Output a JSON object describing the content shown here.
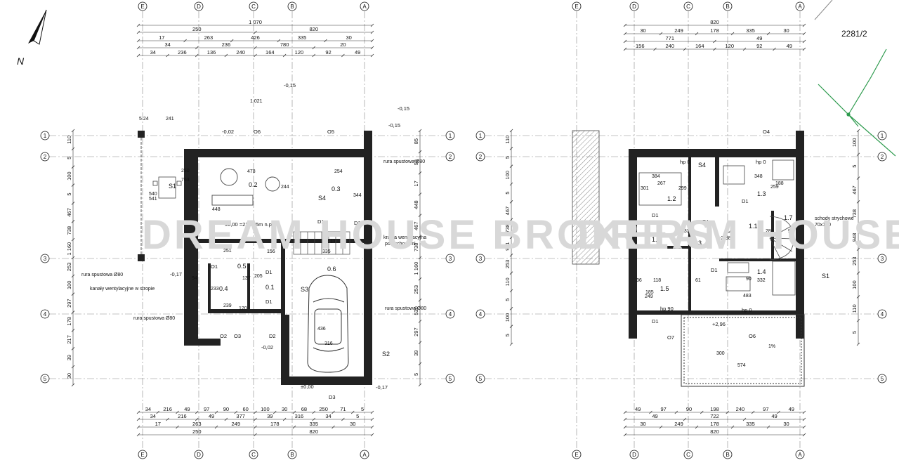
{
  "north_label": "N",
  "plot_number": "2281/2",
  "watermark": "DREAM HOUSE BROKERS",
  "axes": {
    "columns_left": [
      "E",
      "D",
      "C",
      "B",
      "A"
    ],
    "columns_right": [
      "E",
      "D",
      "C",
      "B",
      "A"
    ],
    "rows": [
      "1",
      "2",
      "3",
      "4",
      "5"
    ]
  },
  "ground_floor": {
    "dims_top": {
      "row1": [
        "1 070"
      ],
      "row2": [
        "250",
        "820"
      ],
      "row3": [
        "17",
        "263",
        "426",
        "335",
        "30"
      ],
      "row4": [
        "34",
        "236",
        "780",
        "20"
      ],
      "row5": [
        "34",
        "236",
        "136",
        "240",
        "164",
        "120",
        "92",
        "49"
      ]
    },
    "dims_bottom": {
      "row1": [
        "34",
        "216",
        "49",
        "97",
        "90",
        "60",
        "100",
        "30",
        "68",
        "250",
        "71",
        "5"
      ],
      "row2": [
        "34",
        "216",
        "49",
        "377",
        "39",
        "316",
        "34",
        "5"
      ],
      "row3": [
        "17",
        "263",
        "249",
        "178",
        "335",
        "30"
      ],
      "row4": [
        "250",
        "820"
      ]
    },
    "dims_left": [
      "110",
      "5",
      "100",
      "5",
      "467",
      "738",
      "1 160",
      "253",
      "100",
      "297",
      "178",
      "217",
      "39",
      "30"
    ],
    "dims_right": [
      "85",
      "98",
      "17",
      "448",
      "467",
      "738",
      "1 160",
      "253",
      "530",
      "297",
      "39",
      "5"
    ],
    "levels": [
      "-0,15",
      "-0,02",
      "-0,17",
      "-0,15",
      "-0,17",
      "-0,02",
      "-0,15",
      "±0,00 =233,75m n.p.m.",
      "±0,00"
    ],
    "rooms": [
      "0.2",
      "0.3",
      "0.5",
      "0.1",
      "0.4",
      "0.6",
      "S1",
      "S2",
      "S3",
      "S4"
    ],
    "room_dims": [
      "478",
      "254",
      "244",
      "344",
      "448",
      "26",
      "17 x 17",
      "335",
      "251",
      "156",
      "137",
      "205",
      "94",
      "233",
      "239",
      "120",
      "436",
      "316",
      "541",
      "540",
      "250",
      "763",
      "241",
      "5.24",
      "1 021"
    ],
    "doors": [
      "D1",
      "D1",
      "D1",
      "D1",
      "D2",
      "D3",
      "O1",
      "O2",
      "O3",
      "O5",
      "O6"
    ],
    "notes": [
      "rura spustowa Ø80",
      "rura spustowa Ø80",
      "rura spustowa Ø80",
      "rura spustowa Ø80",
      "kanały wentylacyjne w stropie",
      "kratka wentylacyjna",
      "pod schodami"
    ]
  },
  "first_floor": {
    "dims_top": {
      "row1": [
        "820"
      ],
      "row2": [
        "30",
        "249",
        "178",
        "335",
        "30"
      ],
      "row3": [
        "771",
        "49"
      ],
      "row4": [
        "156",
        "240",
        "164",
        "120",
        "92",
        "49"
      ]
    },
    "dims_bottom": {
      "row1": [
        "49",
        "97",
        "90",
        "198",
        "240",
        "97",
        "49"
      ],
      "row2": [
        "49",
        "722",
        "49"
      ],
      "row3": [
        "30",
        "249",
        "178",
        "335",
        "30"
      ],
      "row4": [
        "820"
      ]
    },
    "dims_left": [
      "110",
      "5",
      "100",
      "5",
      "467",
      "738",
      "941",
      "253",
      "110",
      "5",
      "100",
      "5"
    ],
    "dims_right": [
      "100",
      "5",
      "467",
      "738",
      "948",
      "253",
      "100",
      "110",
      "5"
    ],
    "levels": [
      "+2,98",
      "+2,96",
      "hp 0",
      "hp 0",
      "hp 90",
      "hp 0"
    ],
    "rooms": [
      "1.1",
      "1.2",
      "1.3",
      "1.4",
      "1.5",
      "1.6",
      "1.7",
      "S1",
      "S3",
      "S4"
    ],
    "room_dims": [
      "384",
      "267",
      "299",
      "301",
      "348",
      "188",
      "259",
      "345",
      "333",
      "332",
      "483",
      "249",
      "118",
      "185",
      "36",
      "61",
      "90",
      "574",
      "300",
      "1%",
      "92",
      "28"
    ],
    "doors": [
      "D1",
      "D1",
      "D1",
      "D1",
      "D1",
      "O4",
      "O6",
      "O7"
    ],
    "notes": [
      "schody strychowe",
      "70x120"
    ]
  }
}
